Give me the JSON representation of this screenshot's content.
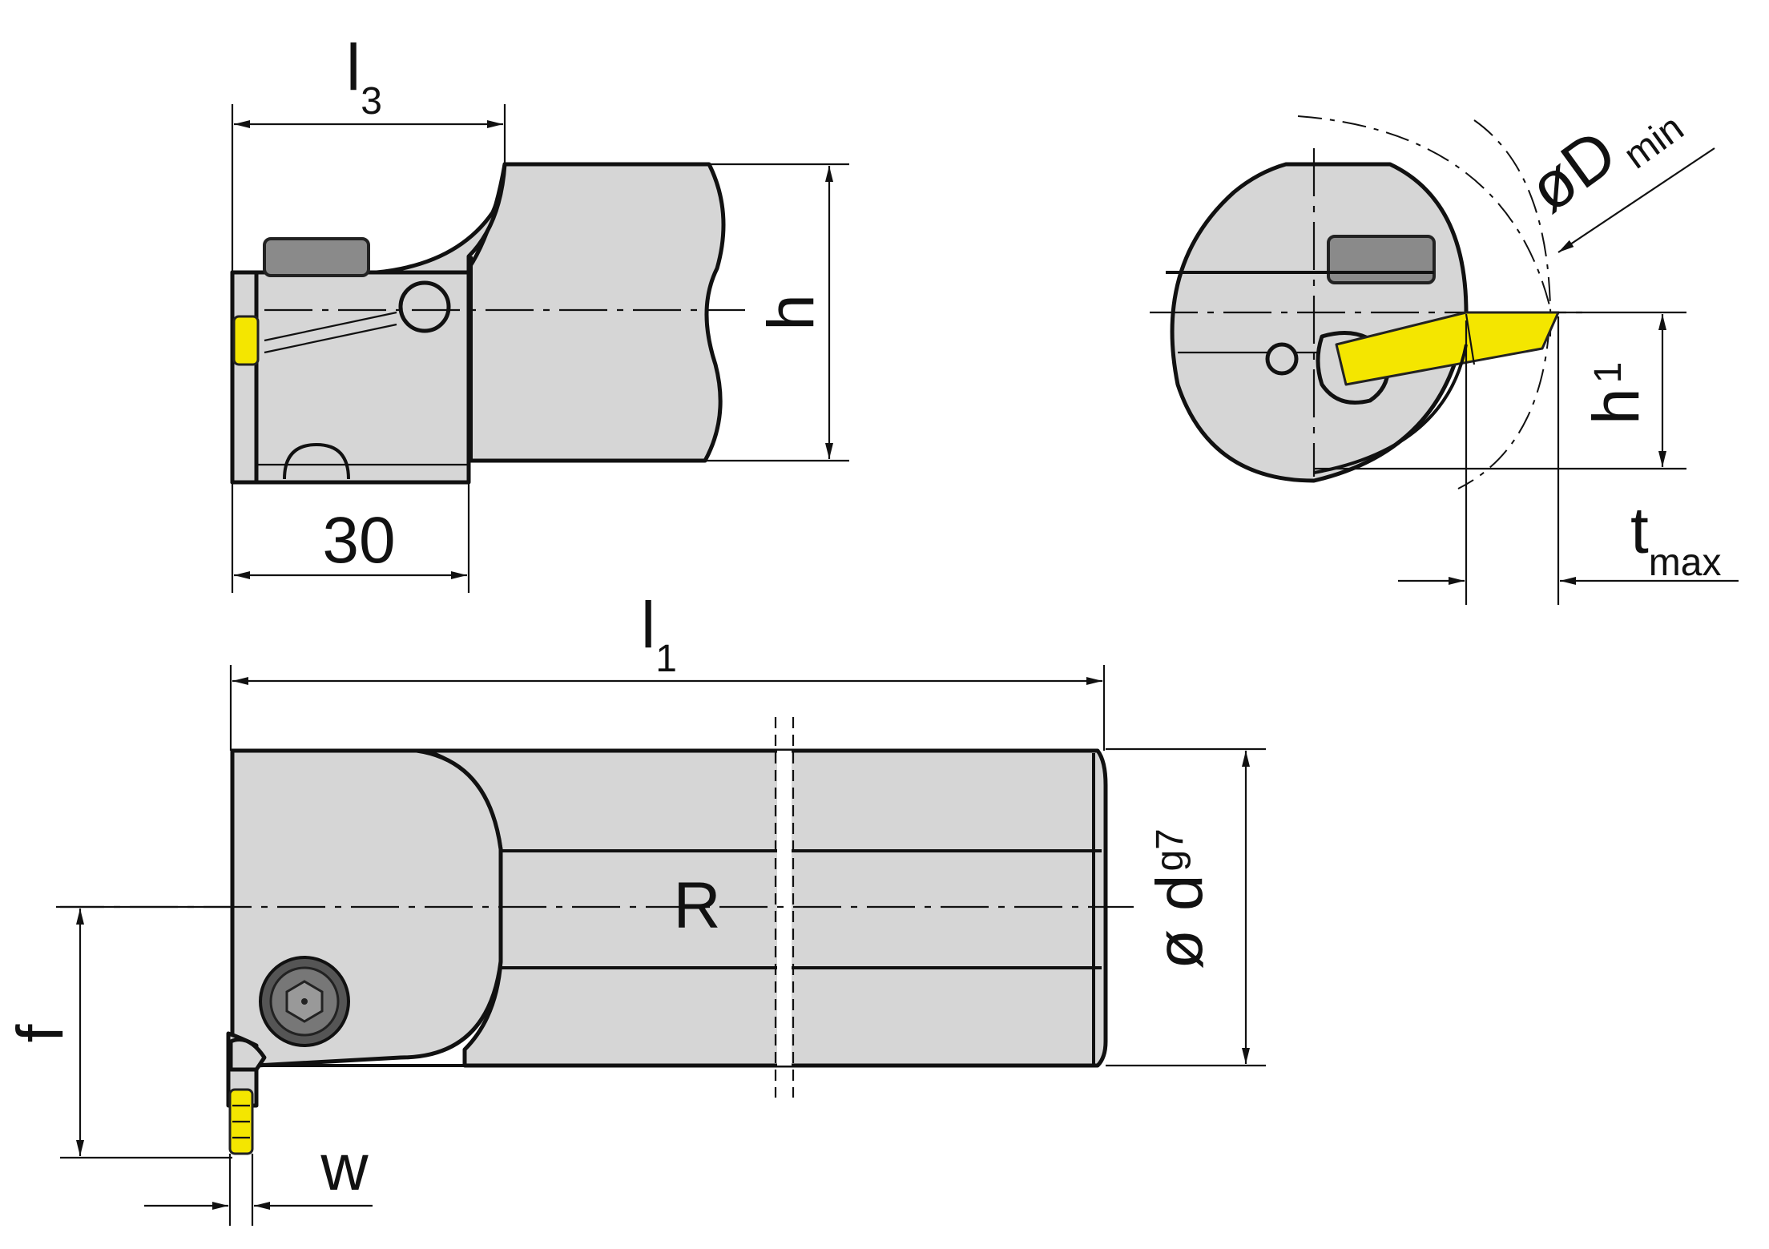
{
  "labels": {
    "l3_main": "l",
    "l3_sub": "3",
    "h": "h",
    "dim_30": "30",
    "dmin_main": "øD",
    "dmin_sub": "min",
    "h1_main": "h",
    "h1_sub": "1",
    "tmax_main": "t",
    "tmax_sub": "max",
    "l1_main": "l",
    "l1_sub": "1",
    "r": "R",
    "dg7_main": "ø d",
    "dg7_sub": "g7",
    "f": "f",
    "w": "w"
  },
  "colors": {
    "body": "#d6d6d6",
    "insert": "#f4e600",
    "clamp": "#8a8a8a",
    "line": "#111111"
  }
}
